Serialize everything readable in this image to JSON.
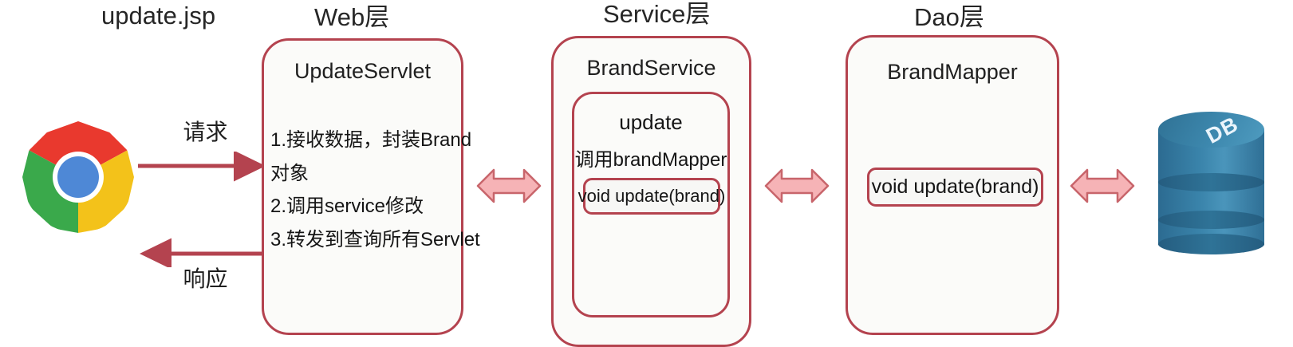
{
  "diagram": {
    "title_labels": {
      "jsp": "update.jsp",
      "web": "Web层",
      "service": "Service层",
      "dao": "Dao层"
    },
    "client": {
      "icon": "chrome-browser-icon",
      "request_label": "请求",
      "response_label": "响应"
    },
    "web_layer": {
      "box_title": "UpdateServlet",
      "steps": [
        "1.接收数据，封装Brand",
        "对象",
        "2.调用service修改",
        "3.转发到查询所有Servlet"
      ]
    },
    "service_layer": {
      "box_title": "BrandService",
      "method_name": "update",
      "call_line": "调用brandMapper",
      "method_signature": "void update(brand)"
    },
    "dao_layer": {
      "box_title": "BrandMapper",
      "method_signature": "void update(brand)"
    },
    "database": {
      "label": "DB",
      "icon": "database-cylinder-icon"
    },
    "connectors": {
      "web_service": "double-arrow-icon",
      "service_dao": "double-arrow-icon",
      "dao_db": "double-arrow-icon"
    },
    "colors": {
      "box_border": "#b4434f",
      "arrow_line": "#b4434f",
      "connector_fill": "#f6b3b6",
      "connector_stroke": "#c8656b",
      "db_body": "#3a84ab"
    }
  }
}
